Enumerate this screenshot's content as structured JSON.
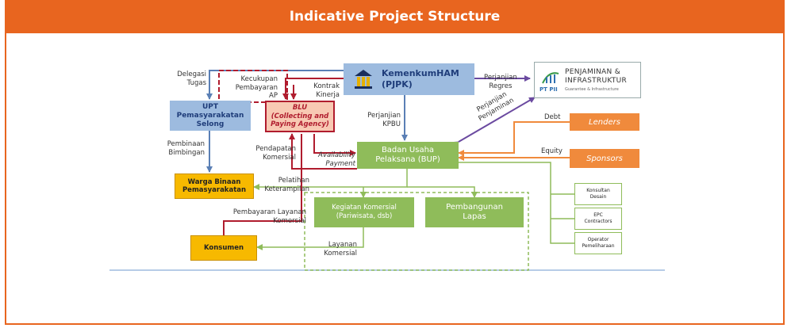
{
  "header": {
    "title": "Indicative Project Structure"
  },
  "nodes": {
    "kemenkumham": "KemenkumHAM\n(PJPK)",
    "pt_pii_abbr": "PT PII",
    "pt_pii_name": "PENJAMINAN &\nINFRASTRUKTUR",
    "pt_pii_tagline": "Guarantee & Infrastructure",
    "upt": "UPT\nPemasyarakatan\nSelong",
    "blu": "BLU\n(Collecting and\nPaying Agency)",
    "bup": "Badan Usaha\nPelaksana (BUP)",
    "lenders": "Lenders",
    "sponsors": "Sponsors",
    "warga": "Warga Binaan\nPemasyarakatan",
    "kegiatan": "Kegiatan Komersial\n(Pariwisata, dsb)",
    "pembangunan": "Pembangunan\nLapas",
    "konsumen": "Konsumen",
    "konsultan": "Konsultan\nDesain",
    "epc": "EPC\nContractors",
    "operator": "Operator\nPemeliharaan"
  },
  "labels": {
    "delegasi": "Delegasi\nTugas",
    "kecukupan": "Kecukupan\nPembayaran\nAP",
    "kontrak": "Kontrak\nKinerja",
    "perjanjian_regres": "Perjanjian\nRegres",
    "perjanjian_kpbu": "Perjanjian\nKPBU",
    "perjanjian_penjaminan": "Perjanjian\nPenjaminan",
    "debt": "Debt",
    "equity": "Equity",
    "pembinaan": "Pembinaan\nBimbingan",
    "pendapatan": "Pendapatan\nKomersial",
    "availability": "Availability\nPayment",
    "pelatihan": "Pelatihan\nKeterampilan",
    "pembayaran_layanan": "Pembayaran Layanan\nKomersial",
    "layanan_komersial": "Layanan\nKomersial"
  },
  "colors": {
    "header": "#e8651f",
    "blue_box": "#9dbbdf",
    "blue_text": "#1f3d7a",
    "salmon_box": "#f8c9b3",
    "red_line": "#b01c2e",
    "green_box": "#8fbc5a",
    "orange_box": "#f08a3c",
    "yellow_box": "#f7b900",
    "purple_line": "#6b4aa0",
    "blue_line": "#5a7fb5",
    "green_line": "#8fbc5a",
    "orange_line": "#f08a3c"
  }
}
